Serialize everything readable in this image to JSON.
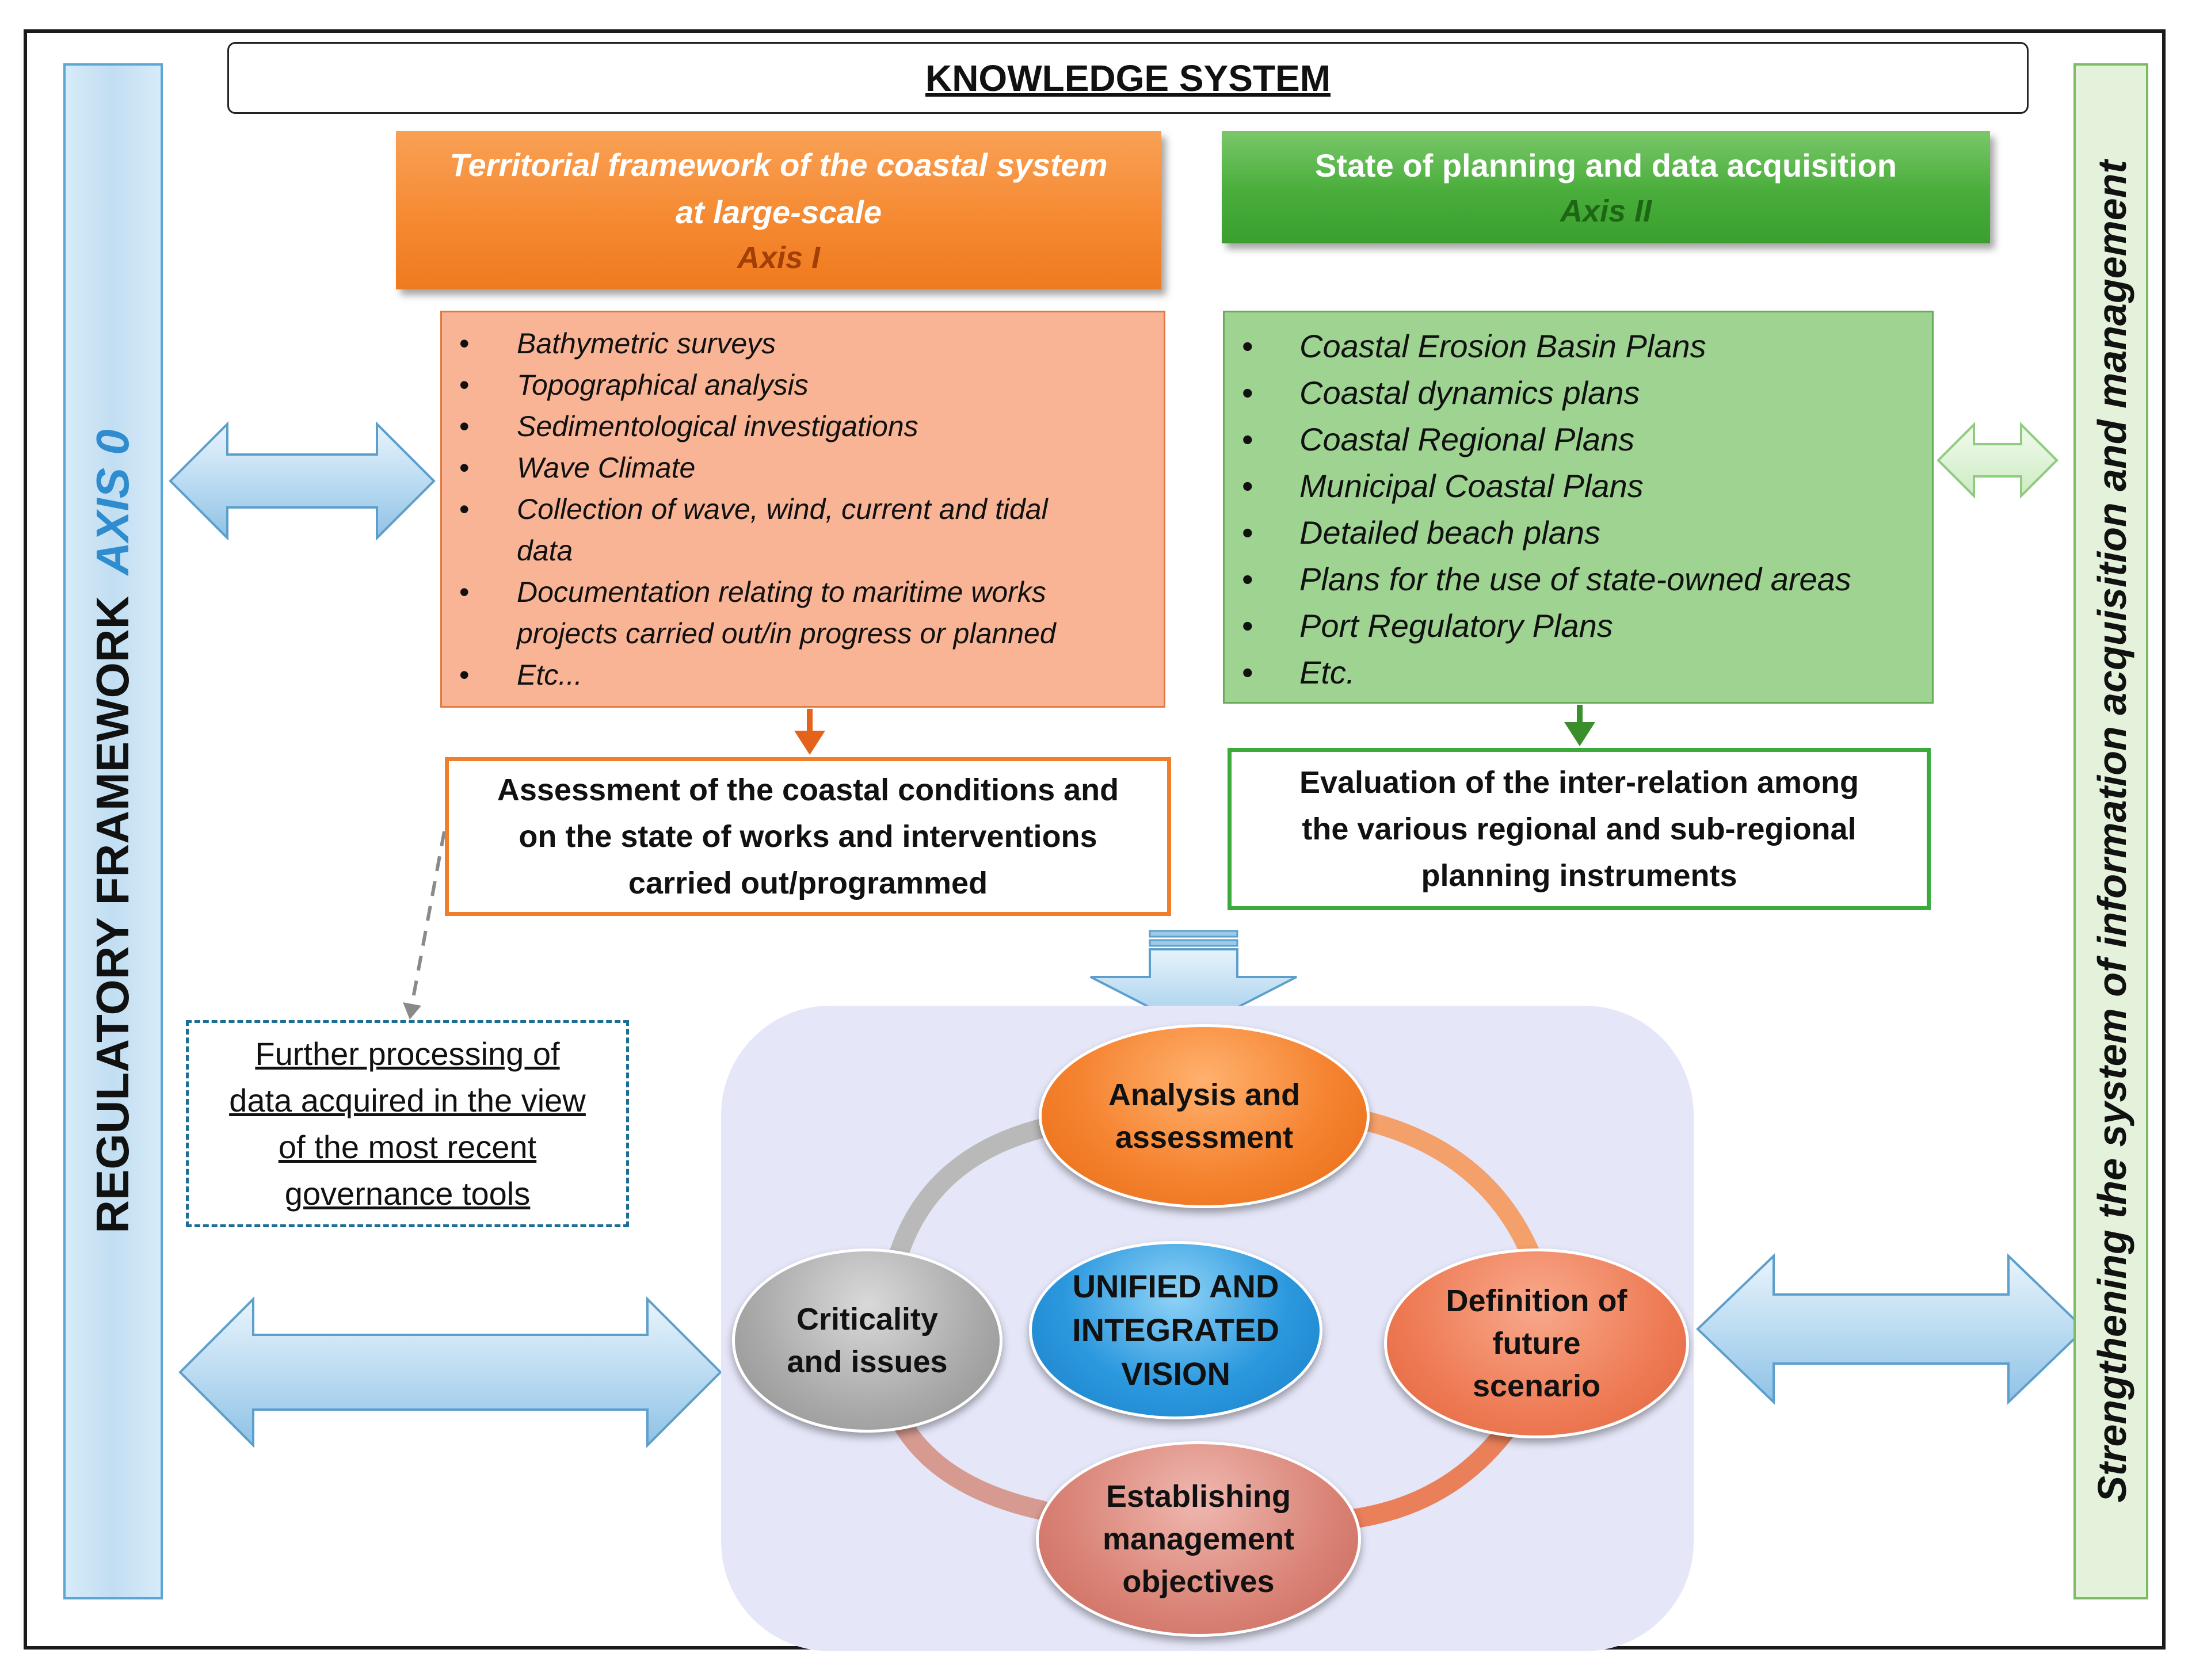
{
  "header": {
    "title": "KNOWLEDGE SYSTEM"
  },
  "left_bar": {
    "text": "REGULATORY FRAMEWORK",
    "axis": "AXIS 0"
  },
  "right_bar": {
    "text": "Strengthening the system of information acquisition and management"
  },
  "axis1": {
    "title_line1": "Territorial framework of the coastal system",
    "title_line2": "at large-scale",
    "axis_label": "Axis I",
    "items": [
      "Bathymetric surveys",
      "Topographical analysis",
      "Sedimentological investigations",
      "Wave Climate",
      "Collection of wave, wind, current and tidal",
      "data",
      "Documentation relating to maritime works",
      "projects carried out/in progress or planned",
      "Etc..."
    ],
    "assessment_line1": "Assessment of the coastal conditions and",
    "assessment_line2": "on the state of works and interventions",
    "assessment_line3": "carried out/programmed"
  },
  "axis2": {
    "title": "State of planning and data acquisition",
    "axis_label": "Axis II",
    "items": [
      "Coastal Erosion Basin Plans",
      "Coastal dynamics plans",
      "Coastal Regional Plans",
      "Municipal Coastal Plans",
      "Detailed beach plans",
      "Plans for the use of state-owned areas",
      "Port Regulatory Plans",
      "Etc."
    ],
    "evaluation_line1": "Evaluation of the inter-relation among",
    "evaluation_line2": "the various regional and sub-regional",
    "evaluation_line3": "planning instruments"
  },
  "further_processing": {
    "line1": "Further processing of",
    "line2": "data acquired in the view",
    "line3": "of the most recent",
    "line4": "governance tools"
  },
  "cycle": {
    "analysis": {
      "line1": "Analysis and",
      "line2": "assessment"
    },
    "definition": {
      "line1": "Definition of",
      "line2": "future",
      "line3": "scenario"
    },
    "establishing": {
      "line1": "Establishing",
      "line2": "management",
      "line3": "objectives"
    },
    "criticality": {
      "line1": "Criticality",
      "line2": "and issues"
    },
    "center": {
      "line1": "UNIFIED AND",
      "line2": "INTEGRATED",
      "line3": "VISION"
    }
  },
  "colors": {
    "axis1_orange": "#f58a32",
    "axis1_list_fill": "#f8b495",
    "axis2_green": "#48ad3a",
    "axis2_list_fill": "#9ed391",
    "axis0_blue": "#2f8ccf",
    "cycle_panel": "#e5e7f9",
    "dashed_box_border": "#1d6e95"
  },
  "icons": {
    "left_top_arrow": "double-arrow-icon",
    "left_bottom_arrow": "double-arrow-icon",
    "right_top_arrow": "double-arrow-icon",
    "right_bottom_arrow": "double-arrow-icon",
    "down_block_arrow": "down-block-arrow-icon"
  }
}
